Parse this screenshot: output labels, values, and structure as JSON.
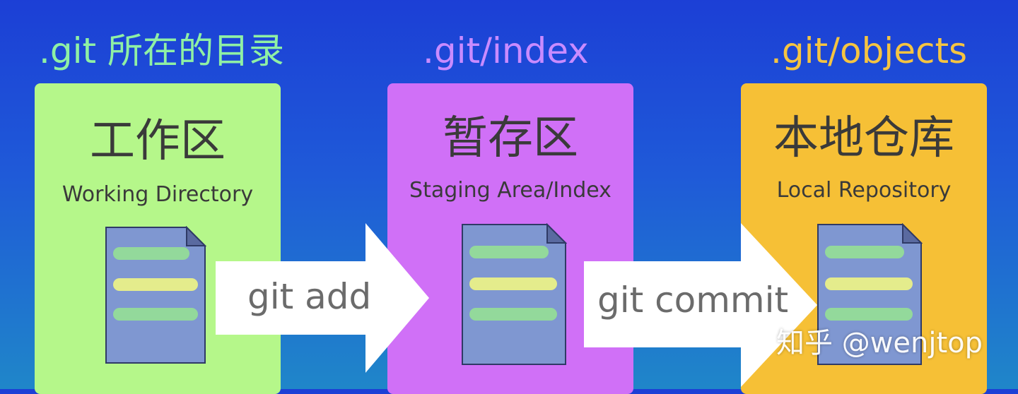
{
  "stages": [
    {
      "path": ".git 所在的目录",
      "title_zh": "工作区",
      "title_en": "Working Directory",
      "path_color": "#8ff0a4",
      "panel_color": "#b5f78a"
    },
    {
      "path": ".git/index",
      "title_zh": "暂存区",
      "title_en": "Staging Area/Index",
      "path_color": "#c98bff",
      "panel_color": "#d070f7"
    },
    {
      "path": ".git/objects",
      "title_zh": "本地仓库",
      "title_en": "Local Repository",
      "path_color": "#f5c441",
      "panel_color": "#f6c036"
    }
  ],
  "arrows": [
    {
      "label": "git add"
    },
    {
      "label": "git commit"
    }
  ],
  "watermark": "知乎 @wenjtop",
  "colors": {
    "doc_body": "#7f97d1",
    "doc_fold": "#5a6aa0",
    "doc_outline": "#2f3a66",
    "line_green": "#93d99b",
    "line_yellow": "#e4ec8c",
    "arrow_fill": "#ffffff"
  }
}
